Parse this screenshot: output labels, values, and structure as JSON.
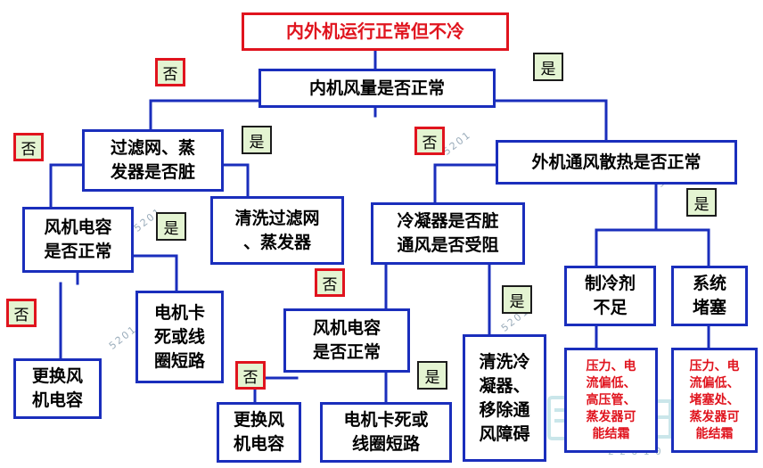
{
  "nodes": {
    "root": "内外机运行正常但不冷",
    "indoor_airflow": "内机风量是否正常",
    "filter_dirty": "过滤网、蒸\n发器是否脏",
    "fan_cap_left": "风机电容\n是否正常",
    "clean_filter": "清洗过滤网\n、蒸发器",
    "replace_cap_left": "更换风\n机电容",
    "motor_stuck_left": "电机卡\n死或线\n圈短路",
    "outdoor_vent": "外机通风散热是否正常",
    "condenser_dirty": "冷凝器是否脏\n通风是否受阻",
    "fan_cap_mid": "风机电容\n是否正常",
    "clean_condenser": "清洗冷\n凝器、\n移除通\n风障碍",
    "replace_cap_mid": "更换风\n机电容",
    "motor_stuck_mid": "电机卡死或\n线圈短路",
    "refrigerant_low": "制冷剂\n不足",
    "system_blocked": "系统\n堵塞",
    "note_refrigerant": "压力、电\n流偏低、\n高压管、\n蒸发器可\n能结霜",
    "note_blocked": "压力、电\n流偏低、\n堵塞处、\n蒸发器可\n能结霜"
  },
  "labels": {
    "yes": "是",
    "no": "否"
  },
  "watermark": {
    "text": "5201",
    "digits": "2 2 8 1 0"
  }
}
